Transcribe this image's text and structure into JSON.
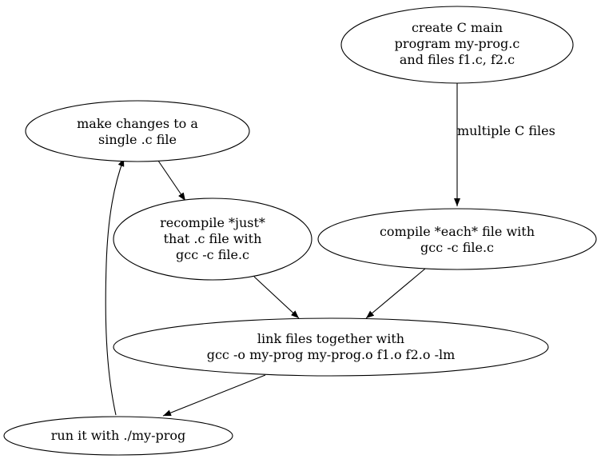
{
  "nodes": {
    "create": [
      "create C main",
      "program my-prog.c",
      "and files f1.c, f2.c"
    ],
    "make_changes": [
      "make changes to a",
      "single .c file"
    ],
    "recompile": [
      "recompile *just*",
      "that .c file with",
      "gcc -c file.c"
    ],
    "compile_each": [
      "compile *each* file with",
      "gcc -c file.c"
    ],
    "link": [
      "link files together with",
      "gcc -o my-prog my-prog.o f1.o f2.o -lm"
    ],
    "run": [
      "run it with ./my-prog"
    ]
  },
  "edge_labels": {
    "create_to_compile": "multiple C files"
  }
}
